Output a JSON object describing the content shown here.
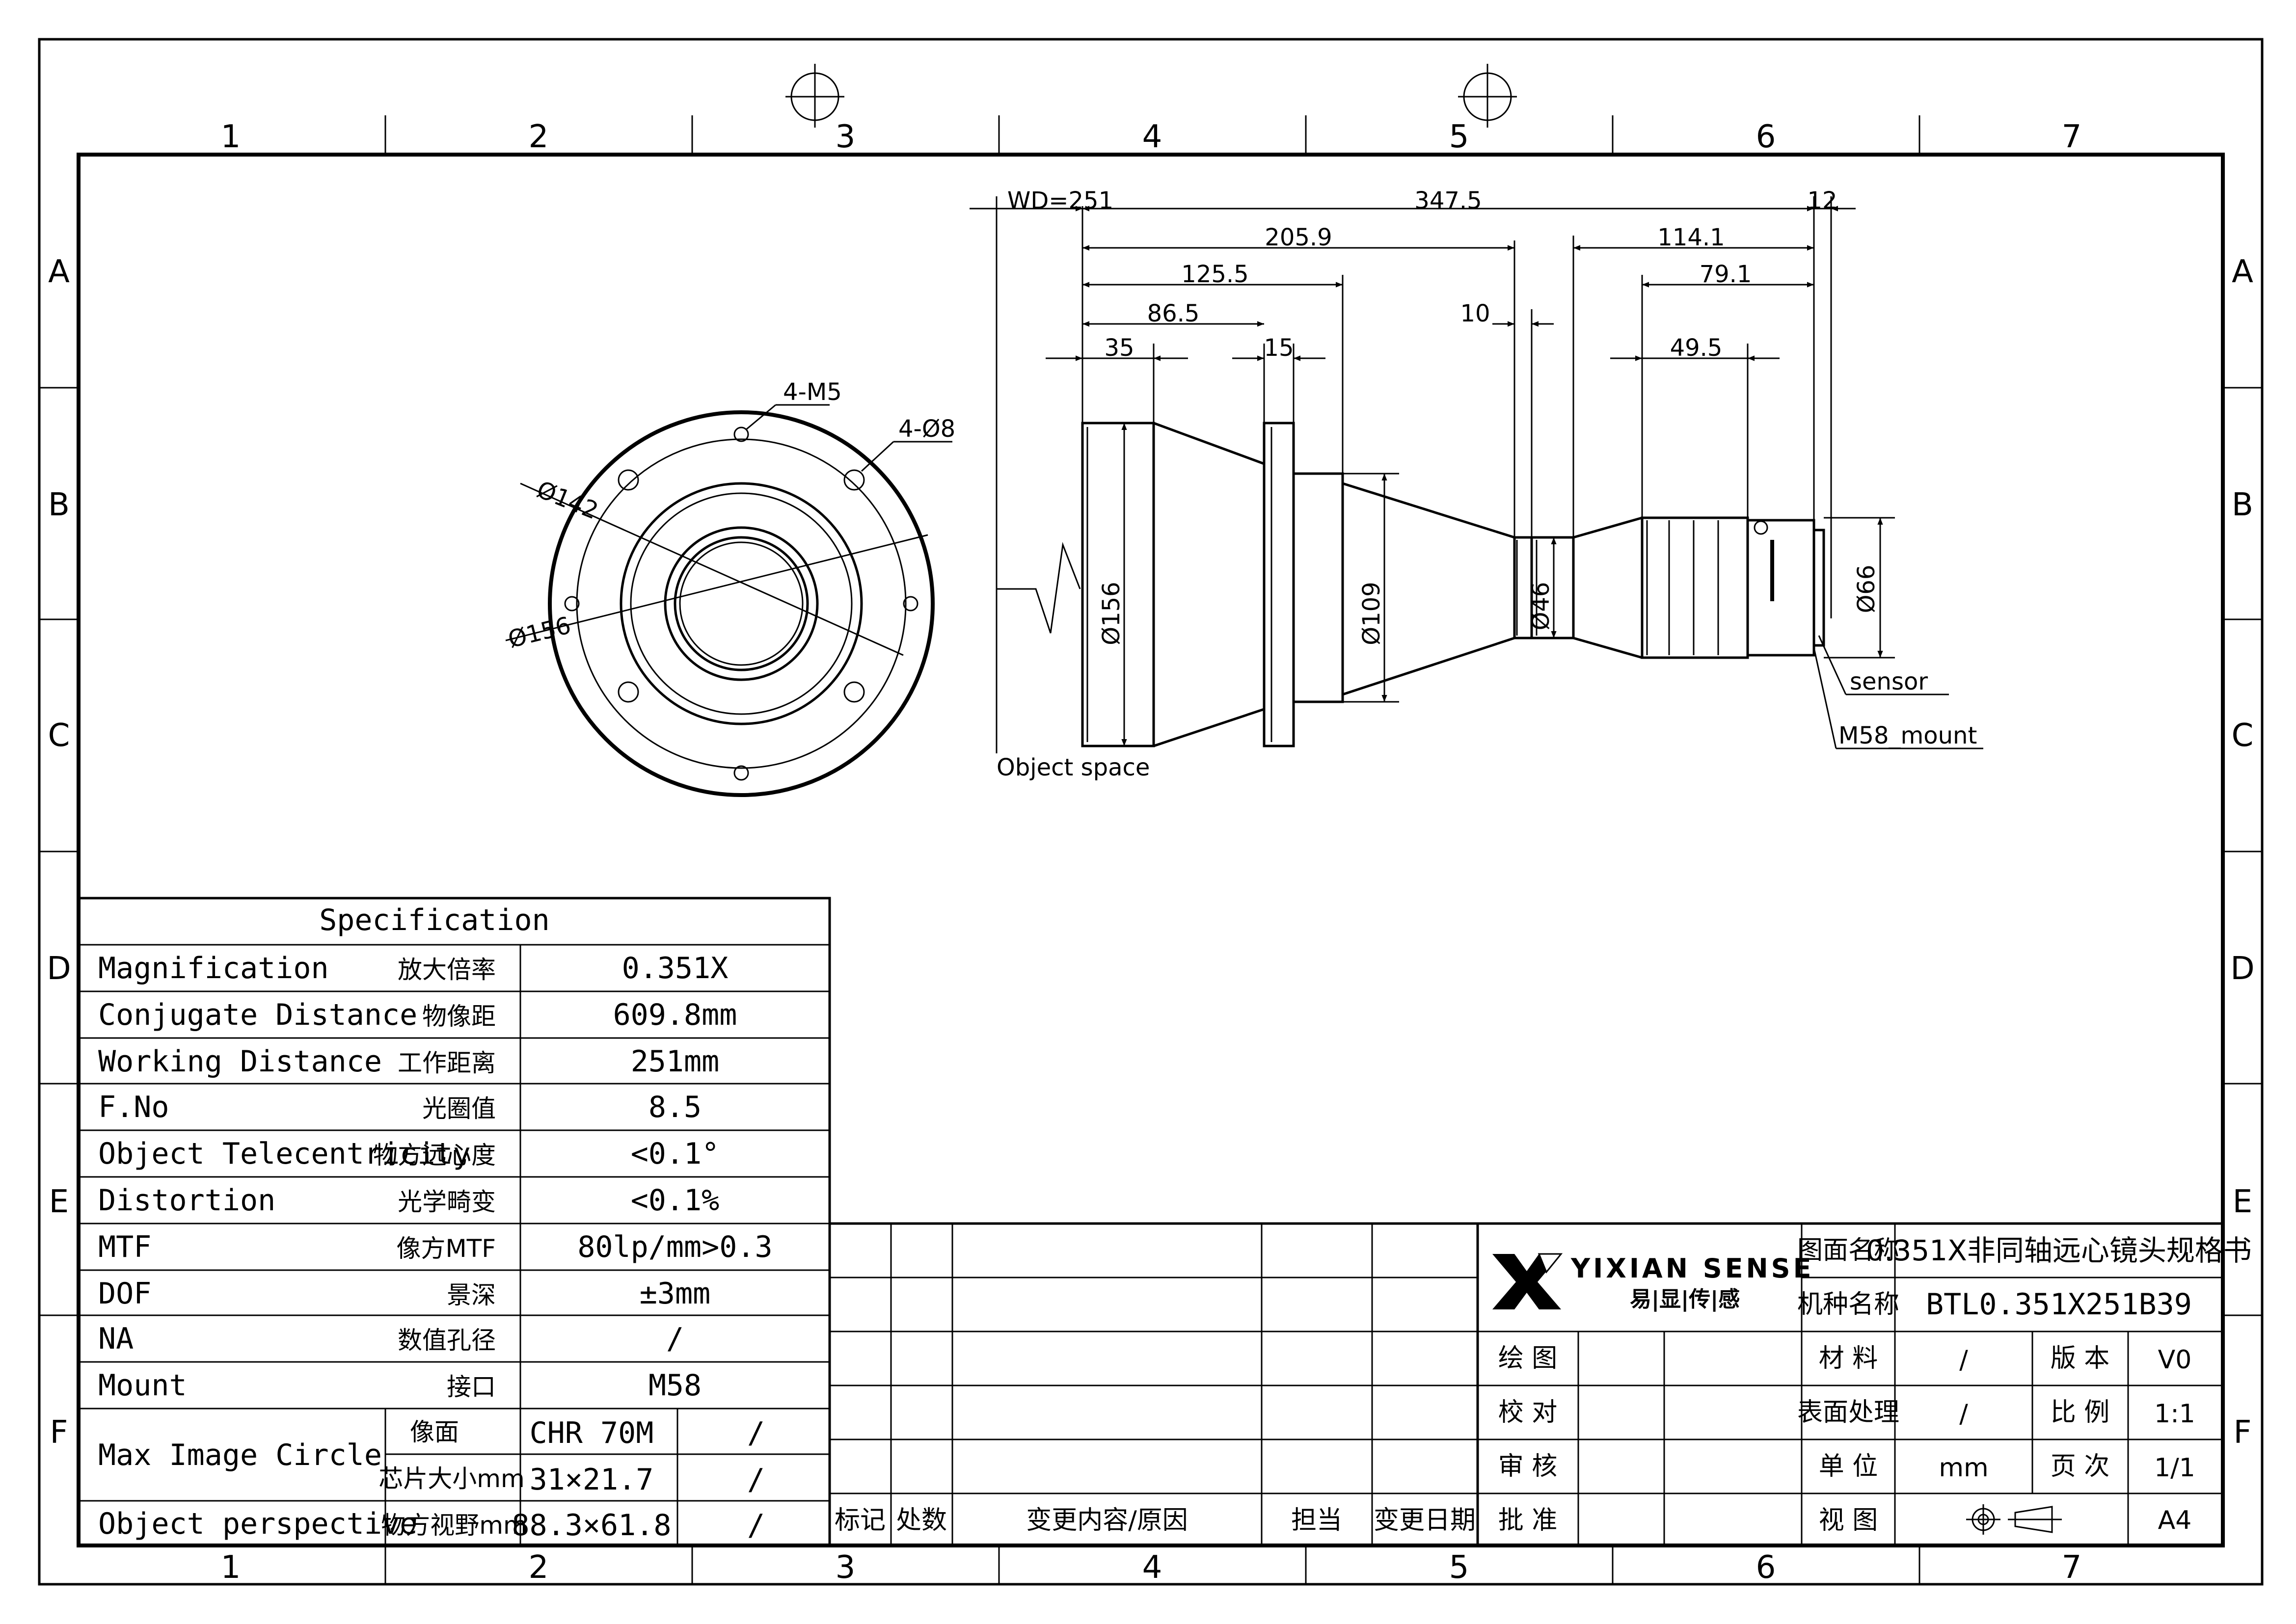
{
  "zones": {
    "columns": [
      "1",
      "2",
      "3",
      "4",
      "5",
      "6",
      "7"
    ],
    "rows": [
      "A",
      "B",
      "C",
      "D",
      "E",
      "F"
    ]
  },
  "front_view": {
    "labels": {
      "m5": "4-M5",
      "d8": "4-Ø8",
      "d142": "Ø142",
      "d156": "Ø156"
    }
  },
  "side_view": {
    "dims": {
      "wd": "WD=251",
      "total": "347.5",
      "sensor_gap": "12",
      "d205": "205.9",
      "d114": "114.1",
      "d125": "125.5",
      "d79": "79.1",
      "d86": "86.5",
      "d10": "10",
      "d35": "35",
      "d15": "15",
      "d49": "49.5",
      "dia156": "Ø156",
      "dia109": "Ø109",
      "dia46": "Ø46",
      "dia66": "Ø66"
    },
    "callouts": {
      "sensor": "sensor",
      "mount": "M58_mount",
      "object_space": "Object space"
    }
  },
  "spec_table": {
    "title": "Specification",
    "rows": [
      {
        "en": "Magnification",
        "cn": "放大倍率",
        "value": "0.351X"
      },
      {
        "en": "Conjugate Distance",
        "cn": "物像距",
        "value": "609.8mm"
      },
      {
        "en": "Working Distance",
        "cn": "工作距离",
        "value": "251mm"
      },
      {
        "en": "F.No",
        "cn": "光圈值",
        "value": "8.5"
      },
      {
        "en": "Object Telecentricity",
        "cn": "物方远心度",
        "value": "<0.1°"
      },
      {
        "en": "Distortion",
        "cn": "光学畸变",
        "value": "<0.1%"
      },
      {
        "en": "MTF",
        "cn": "像方MTF",
        "value": "80lp/mm>0.3"
      },
      {
        "en": "DOF",
        "cn": "景深",
        "value": "±3mm"
      },
      {
        "en": "NA",
        "cn": "数值孔径",
        "value": "/"
      },
      {
        "en": "Mount",
        "cn": "接口",
        "value": "M58"
      }
    ],
    "max_image_circle": {
      "label": "Max Image Circle",
      "sub1_cn": "像面",
      "sub1_val": "CHR 70M",
      "sub1_extra": "/",
      "sub2_cn": "芯片大小mm",
      "sub2_val": "31×21.7",
      "sub2_extra": "/"
    },
    "object_perspective": {
      "label": "Object perspective",
      "cn": "物方视野mm",
      "value": "88.3×61.8",
      "extra": "/"
    }
  },
  "revision_table": {
    "headers": [
      "标记",
      "处数",
      "变更内容/原因",
      "担当",
      "变更日期"
    ]
  },
  "title_block": {
    "brand": "YIXIAN SENSE",
    "brand_cn": "易|显|传|感",
    "sign_labels": [
      "绘 图",
      "校 对",
      "审 核",
      "批 准"
    ],
    "drawing_name_label": "图面名称",
    "drawing_name": "0.351X非同轴远心镜头规格书",
    "model_label": "机种名称",
    "model": "BTL0.351X251B39",
    "material_label": "材 料",
    "material": "/",
    "version_label": "版 本",
    "version": "V0",
    "surface_label": "表面处理",
    "surface": "/",
    "scale_label": "比 例",
    "scale": "1:1",
    "unit_label": "单 位",
    "unit": "mm",
    "page_label": "页 次",
    "page": "1/1",
    "view_label": "视 图",
    "size": "A4"
  }
}
